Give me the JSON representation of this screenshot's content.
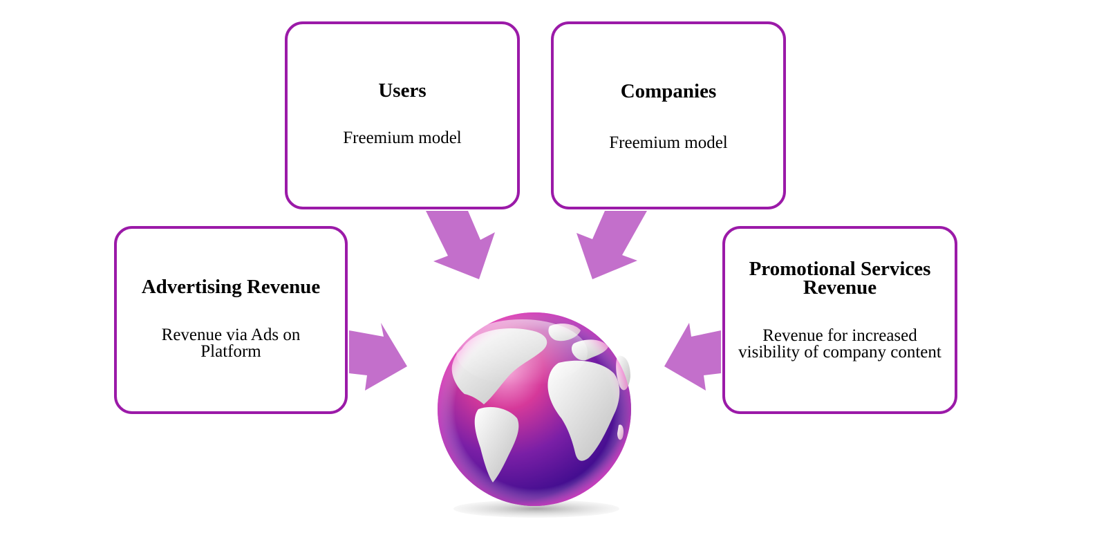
{
  "colors": {
    "border": "#9b1aa8",
    "arrow": "#c36fcb"
  },
  "cards": {
    "users": {
      "title": "Users",
      "desc": "Freemium model"
    },
    "companies": {
      "title": "Companies",
      "desc": "Freemium model"
    },
    "advertising": {
      "title": "Advertising Revenue",
      "desc": "Revenue via Ads on Platform"
    },
    "promotional": {
      "title": "Promotional Services Revenue",
      "desc": "Revenue for increased visibility of company content"
    }
  },
  "center_icon": "globe-icon"
}
